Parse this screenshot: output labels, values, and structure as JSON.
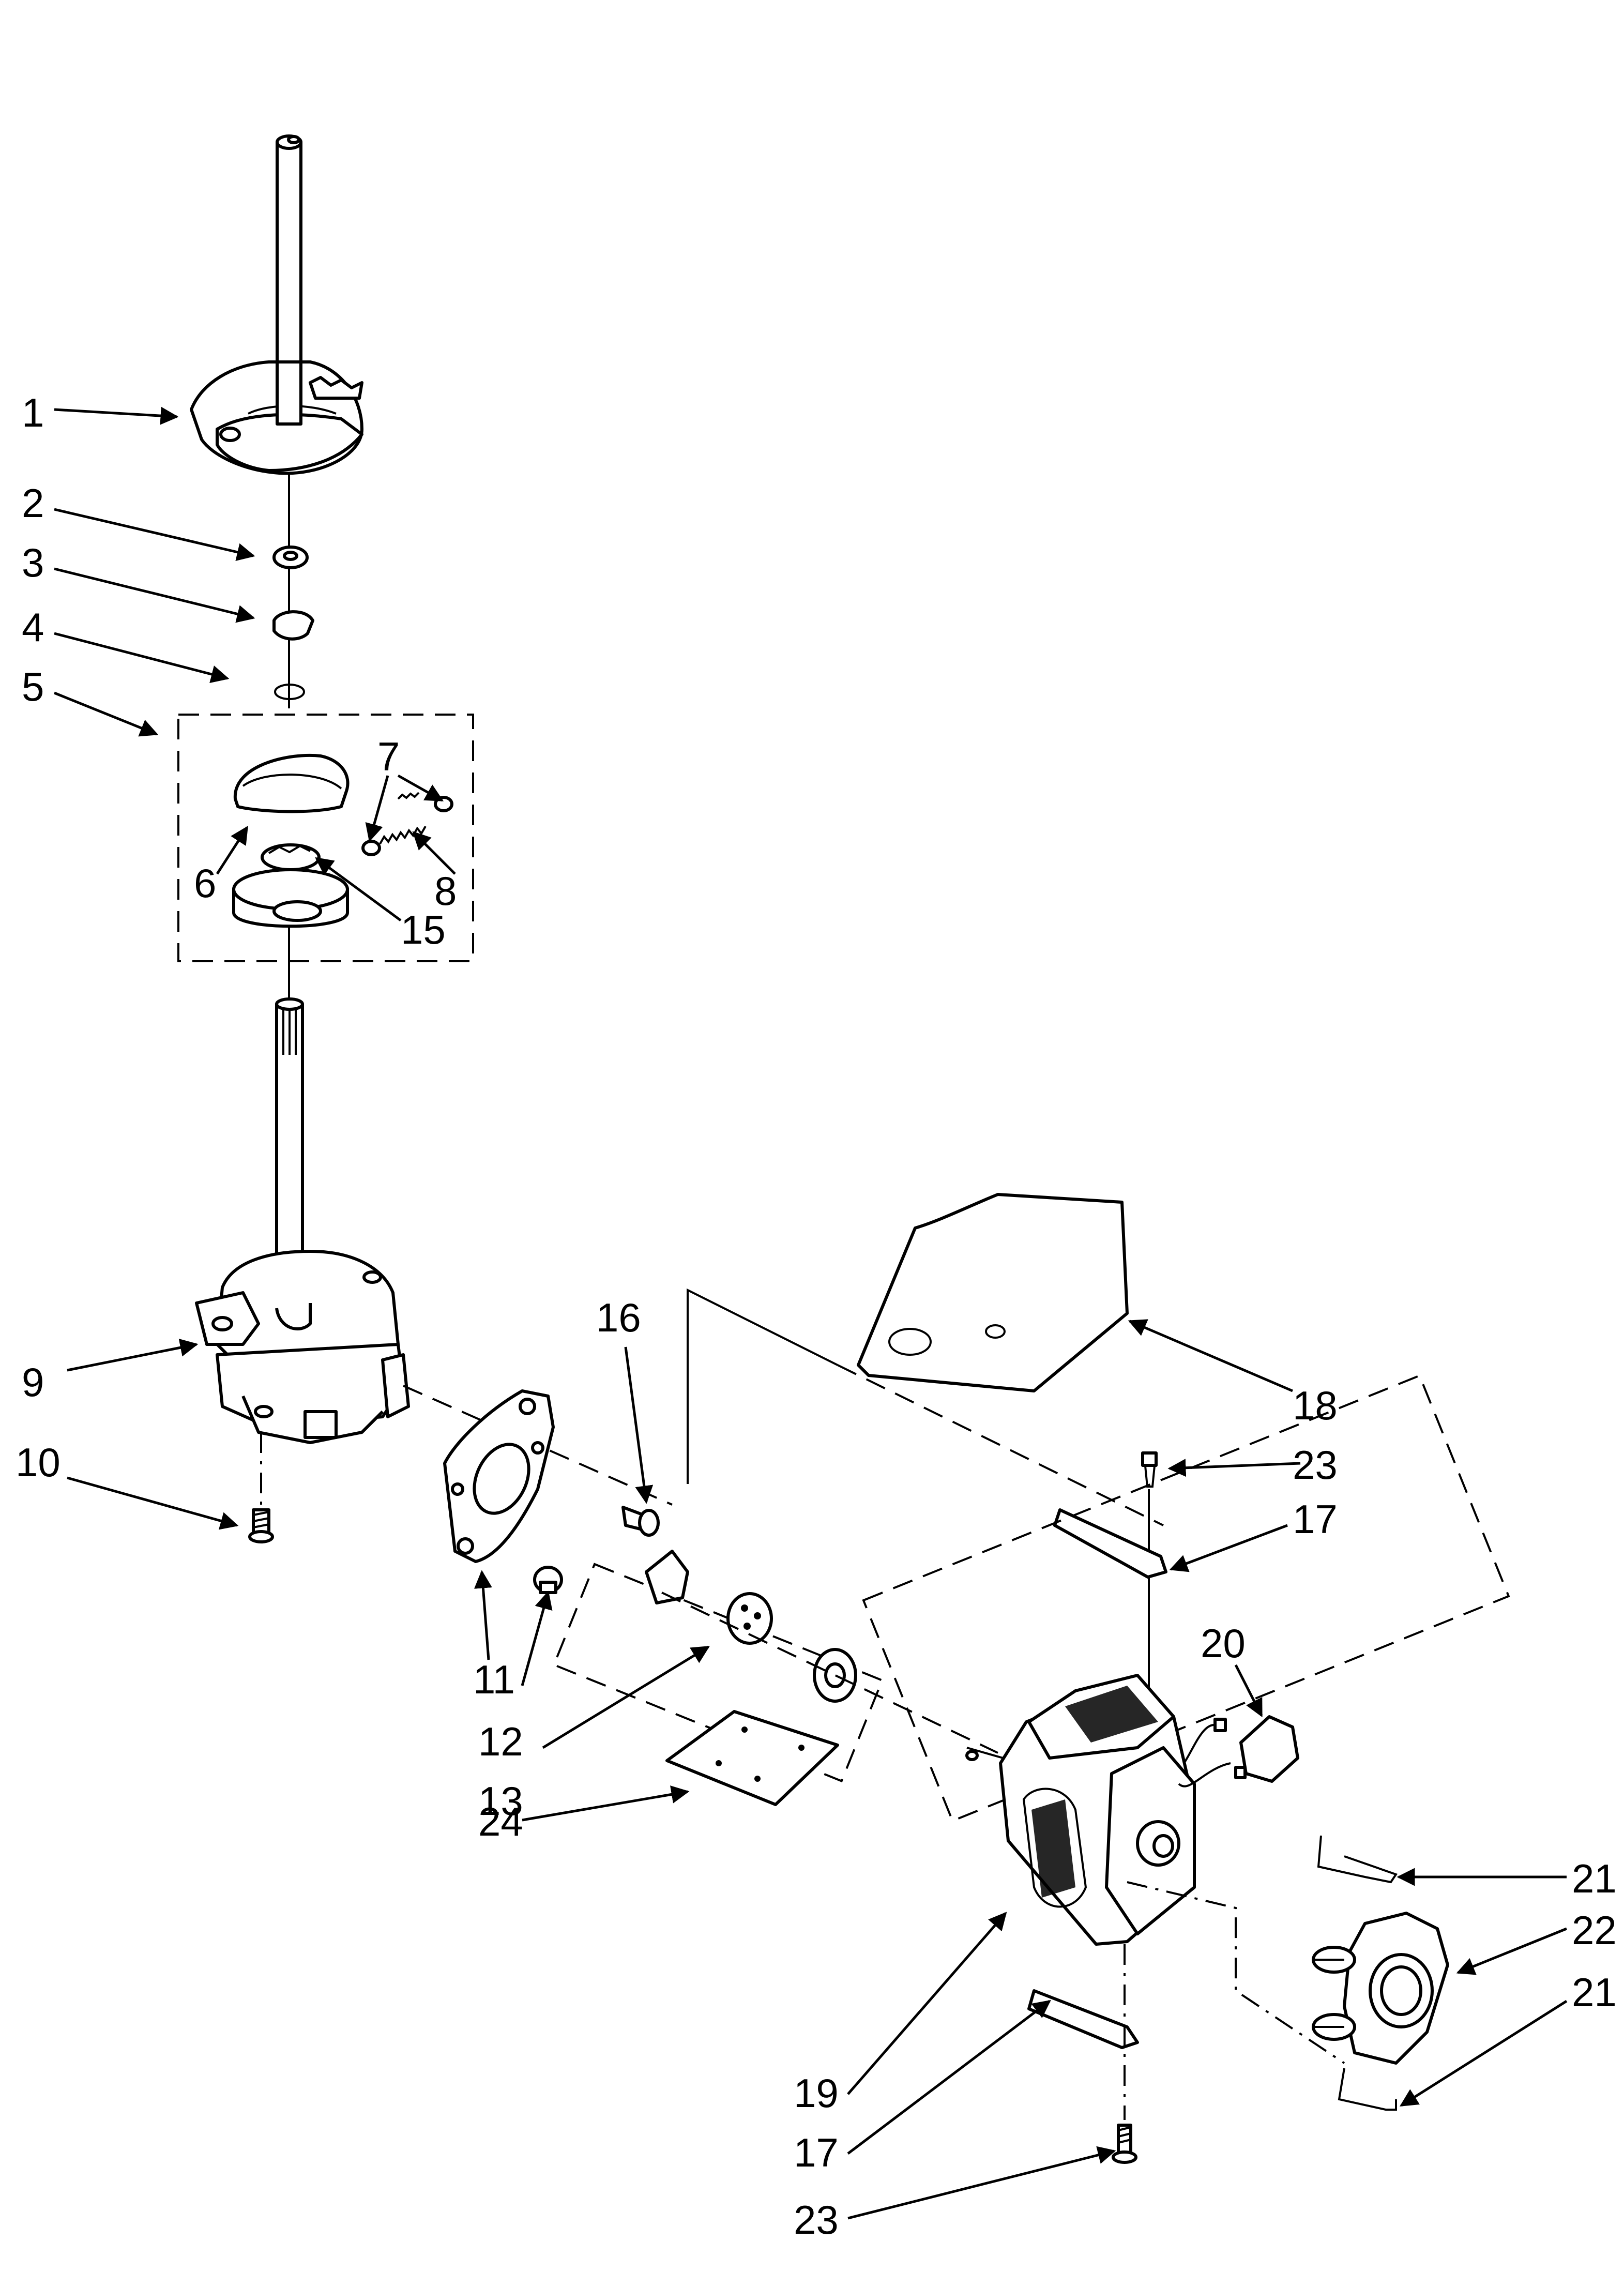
{
  "callouts": [
    {
      "id": "c1",
      "text": "1"
    },
    {
      "id": "c2",
      "text": "2"
    },
    {
      "id": "c3",
      "text": "3"
    },
    {
      "id": "c4",
      "text": "4"
    },
    {
      "id": "c5",
      "text": "5"
    },
    {
      "id": "c6",
      "text": "6"
    },
    {
      "id": "c7",
      "text": "7"
    },
    {
      "id": "c8",
      "text": "8"
    },
    {
      "id": "c9",
      "text": "9"
    },
    {
      "id": "c10",
      "text": "10"
    },
    {
      "id": "c11",
      "text": "11"
    },
    {
      "id": "c12",
      "text": "12"
    },
    {
      "id": "c13",
      "text": "13"
    },
    {
      "id": "c15",
      "text": "15"
    },
    {
      "id": "c16",
      "text": "16"
    },
    {
      "id": "c17a",
      "text": "17"
    },
    {
      "id": "c17b",
      "text": "17"
    },
    {
      "id": "c18",
      "text": "18"
    },
    {
      "id": "c19",
      "text": "19"
    },
    {
      "id": "c20",
      "text": "20"
    },
    {
      "id": "c21a",
      "text": "21"
    },
    {
      "id": "c21b",
      "text": "21"
    },
    {
      "id": "c22",
      "text": "22"
    },
    {
      "id": "c23a",
      "text": "23"
    },
    {
      "id": "c23b",
      "text": "23"
    },
    {
      "id": "c24",
      "text": "24"
    }
  ]
}
